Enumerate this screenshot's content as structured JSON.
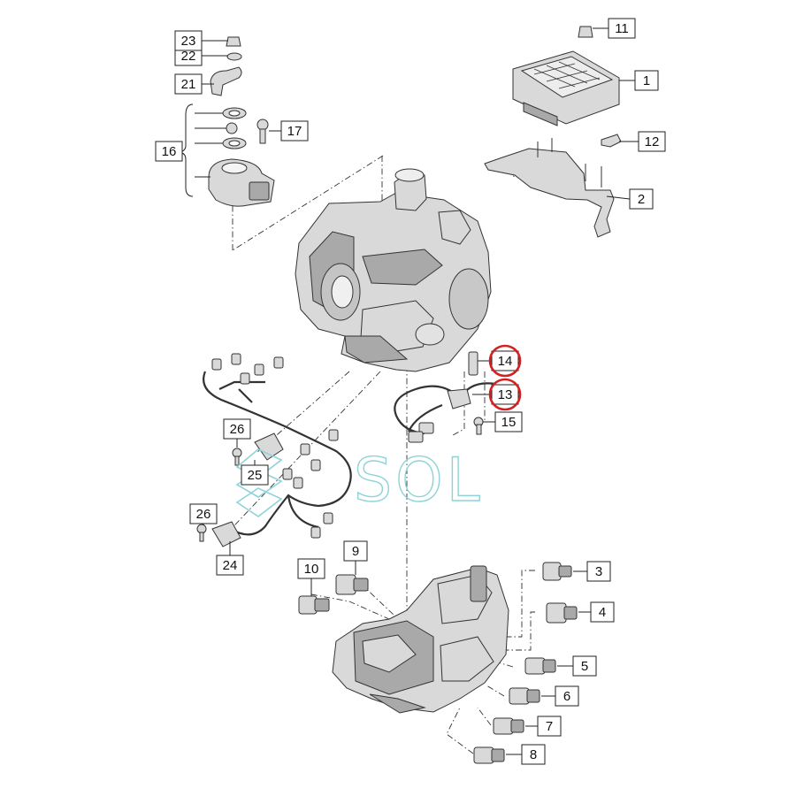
{
  "callouts": [
    {
      "id": "1",
      "label": "1"
    },
    {
      "id": "2",
      "label": "2"
    },
    {
      "id": "3",
      "label": "3"
    },
    {
      "id": "4",
      "label": "4"
    },
    {
      "id": "5",
      "label": "5"
    },
    {
      "id": "6",
      "label": "6"
    },
    {
      "id": "7",
      "label": "7"
    },
    {
      "id": "8",
      "label": "8"
    },
    {
      "id": "9",
      "label": "9"
    },
    {
      "id": "10",
      "label": "10"
    },
    {
      "id": "11",
      "label": "11"
    },
    {
      "id": "12",
      "label": "12"
    },
    {
      "id": "13",
      "label": "13",
      "highlighted": true
    },
    {
      "id": "14",
      "label": "14",
      "highlighted": true
    },
    {
      "id": "15",
      "label": "15"
    },
    {
      "id": "16",
      "label": "16"
    },
    {
      "id": "17",
      "label": "17"
    },
    {
      "id": "21",
      "label": "21"
    },
    {
      "id": "22",
      "label": "22"
    },
    {
      "id": "23",
      "label": "23"
    },
    {
      "id": "24",
      "label": "24"
    },
    {
      "id": "25",
      "label": "25"
    },
    {
      "id": "26a",
      "label": "26"
    },
    {
      "id": "26b",
      "label": "26"
    }
  ],
  "watermark": {
    "text": "SOL",
    "color": "#8fd3d8"
  },
  "highlight_color": "#d42020"
}
